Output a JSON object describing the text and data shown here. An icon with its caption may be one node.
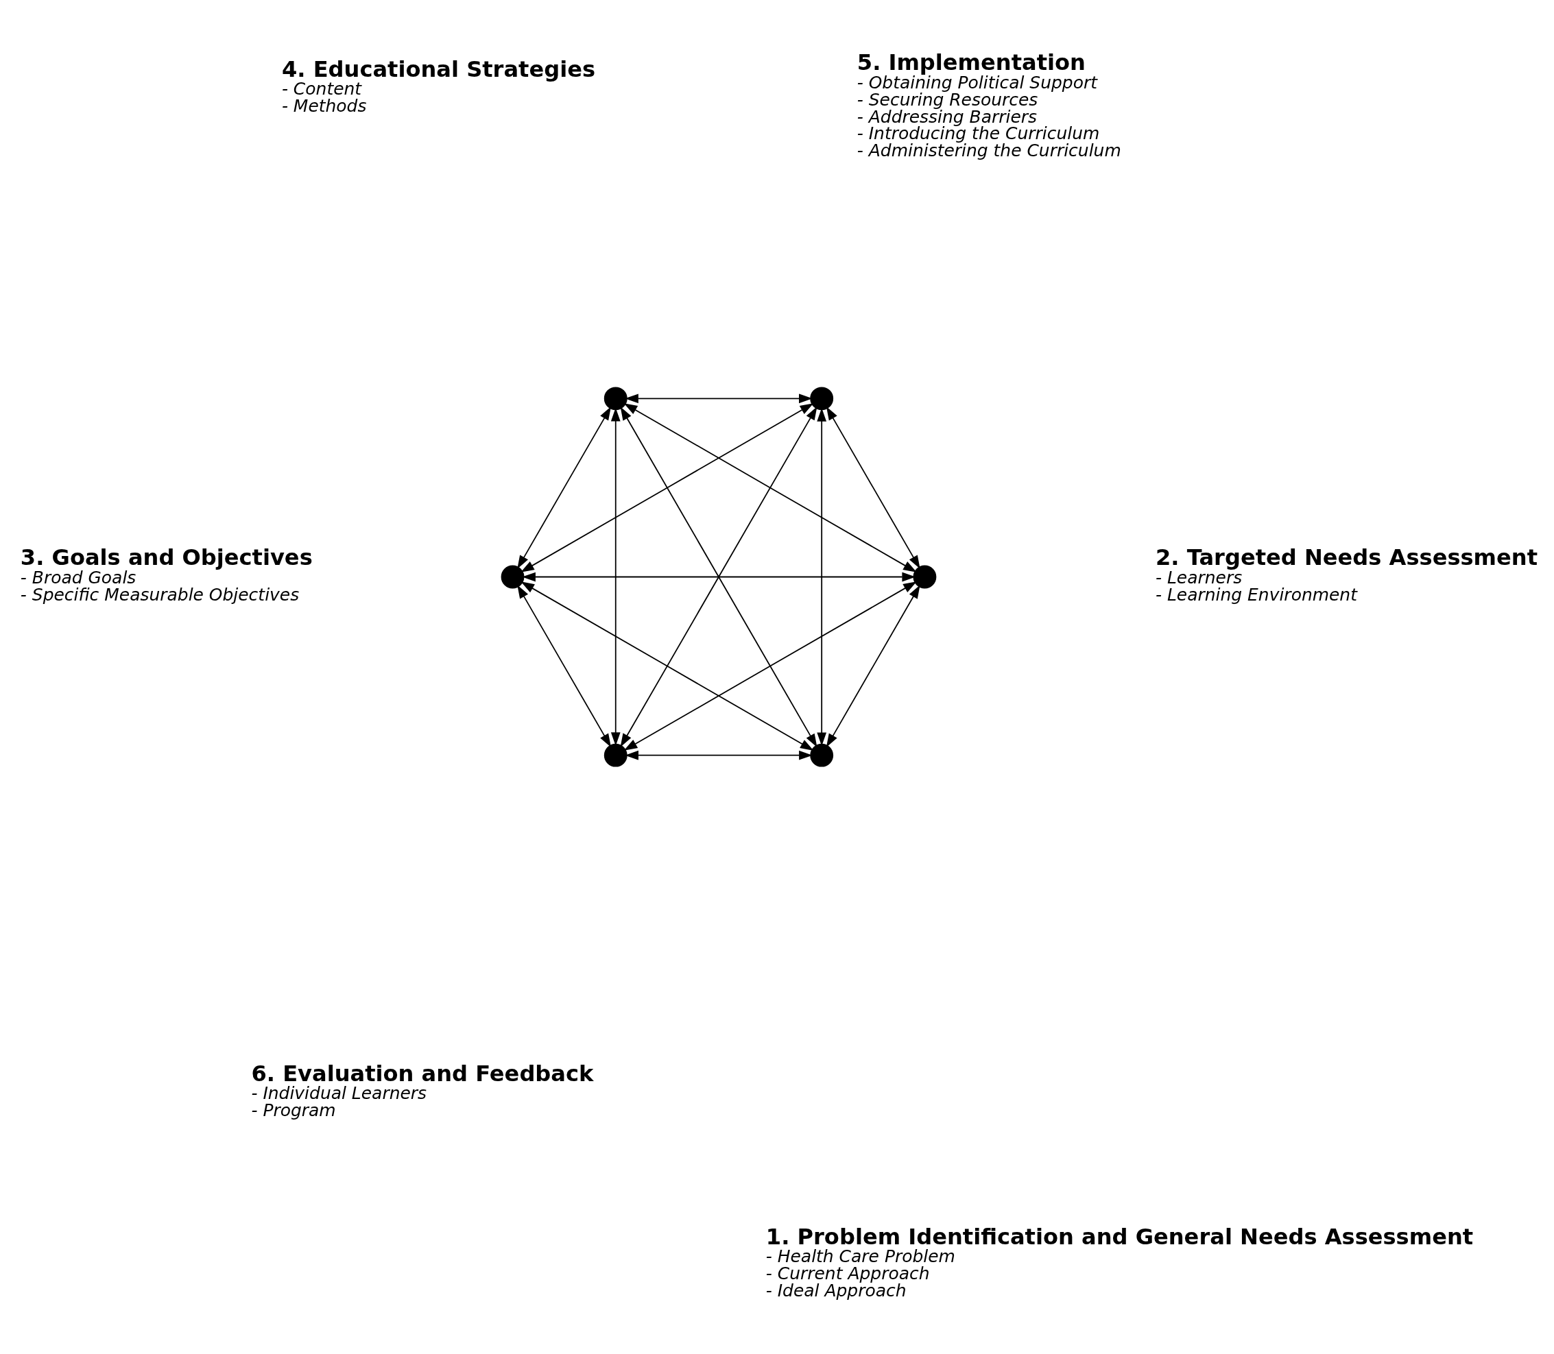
{
  "diagram": {
    "nodes": [
      {
        "text": [],
        "shape": "circle",
        "beside": [
          "1. Problem Identification and General Needs Assessment",
          "- Health Care Problem",
          "- Current Approach",
          "- Ideal Approach"
        ]
      },
      {
        "text": [],
        "shape": "circle",
        "beside": [
          "2. Targeted Needs Assessment",
          "- Learners",
          "- Learning Environment"
        ]
      },
      {
        "text": [],
        "shape": "circle",
        "beside": [
          "3. Goals and Objectives",
          "- Broad Goals",
          "- Specific Measurable Objectives"
        ]
      },
      {
        "text": [],
        "shape": "circle",
        "beside": [
          "4. Educational Strategies",
          "- Content",
          "- Methods"
        ]
      },
      {
        "text": [],
        "shape": "circle",
        "beside": [
          "5. Implementation",
          "- Obtaining Political Support",
          "- Securing Resources",
          "- Addressing Barriers",
          "- Introducing the Curriculum",
          "- Administering the Curriculum"
        ]
      },
      {
        "text": [],
        "shape": "circle",
        "beside": [
          "6. Evaluation and Feedback",
          "- Individual Learners",
          "- Program"
        ]
      }
    ],
    "edges": [
      {
        "from": 0,
        "to": 1,
        "arrow": "both"
      },
      {
        "from": 0,
        "to": 2,
        "arrow": "both"
      },
      {
        "from": 0,
        "to": 3,
        "arrow": "both"
      },
      {
        "from": 0,
        "to": 4,
        "arrow": "both"
      },
      {
        "from": 0,
        "to": 5,
        "arrow": "both"
      },
      {
        "from": 1,
        "to": 2,
        "arrow": "both"
      },
      {
        "from": 1,
        "to": 3,
        "arrow": "both"
      },
      {
        "from": 1,
        "to": 4,
        "arrow": "both"
      },
      {
        "from": 1,
        "to": 5,
        "arrow": "both"
      },
      {
        "from": 2,
        "to": 3,
        "arrow": "both"
      },
      {
        "from": 2,
        "to": 4,
        "arrow": "both"
      },
      {
        "from": 2,
        "to": 5,
        "arrow": "both"
      },
      {
        "from": 3,
        "to": 4,
        "arrow": "both"
      },
      {
        "from": 3,
        "to": 5,
        "arrow": "both"
      },
      {
        "from": 4,
        "to": 5,
        "arrow": "both"
      }
    ]
  }
}
